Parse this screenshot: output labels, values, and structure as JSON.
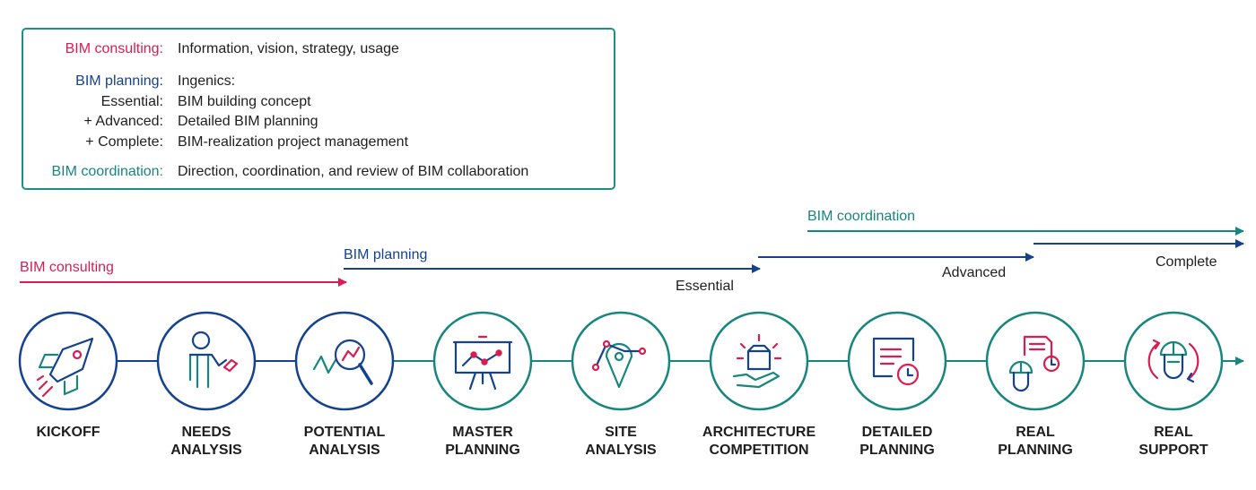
{
  "legend": {
    "consulting": {
      "key": "BIM consulting:",
      "value": "Information, vision, strategy, usage"
    },
    "planning": {
      "key": "BIM planning:",
      "value": "Ingenics:"
    },
    "essential": {
      "key": "Essential:",
      "value": "BIM building concept"
    },
    "advanced": {
      "key": "+ Advanced:",
      "value": "Detailed BIM planning"
    },
    "complete": {
      "key": "+ Complete:",
      "value": "BIM-realization project management"
    },
    "coordination": {
      "key": "BIM coordination:",
      "value": "Direction, coordination, and review of BIM collaboration"
    }
  },
  "phases": {
    "consulting": "BIM consulting",
    "planning": "BIM planning",
    "coordination": "BIM coordination",
    "essential": "Essential",
    "advanced": "Advanced",
    "complete": "Complete"
  },
  "steps": [
    {
      "line1": "KICKOFF",
      "line2": "",
      "icon": "rocket-icon"
    },
    {
      "line1": "NEEDS",
      "line2": "ANALYSIS",
      "icon": "person-presenting-icon"
    },
    {
      "line1": "POTENTIAL",
      "line2": "ANALYSIS",
      "icon": "magnifier-chart-icon"
    },
    {
      "line1": "MASTER",
      "line2": "PLANNING",
      "icon": "presentation-board-icon"
    },
    {
      "line1": "SITE",
      "line2": "ANALYSIS",
      "icon": "map-pin-icon"
    },
    {
      "line1": "ARCHITECTURE",
      "line2": "COMPETITION",
      "icon": "hand-box-icon"
    },
    {
      "line1": "DETAILED",
      "line2": "PLANNING",
      "icon": "document-clock-icon"
    },
    {
      "line1": "REAL",
      "line2": "PLANNING",
      "icon": "worker-document-icon"
    },
    {
      "line1": "REAL",
      "line2": "SUPPORT",
      "icon": "worker-support-icon"
    }
  ],
  "colors": {
    "red": "#d81d52",
    "blue": "#15428f",
    "teal": "#17867e"
  }
}
